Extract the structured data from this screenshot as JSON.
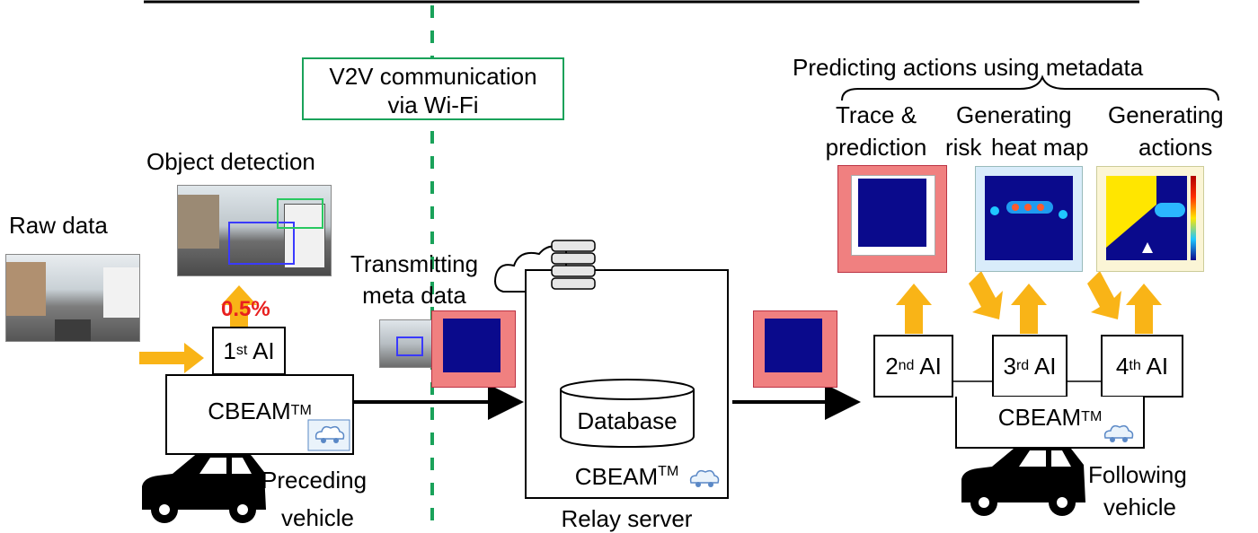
{
  "v2v": {
    "line1": "V2V communication",
    "line2": "via Wi-Fi"
  },
  "left": {
    "raw_data": "Raw data",
    "object_detection": "Object detection",
    "percent": "0.5%",
    "ai1": {
      "num": "1",
      "sup": "st",
      "suffix": " AI"
    },
    "cbeam": {
      "name": "CBEAM",
      "sup": "TM"
    },
    "vehicle_line1": "Preceding",
    "vehicle_line2": "vehicle"
  },
  "transmit": {
    "line1": "Transmitting",
    "line2": "meta data"
  },
  "relay": {
    "database": "Database",
    "cbeam": {
      "name": "CBEAM",
      "sup": "TM"
    },
    "label": "Relay server"
  },
  "right": {
    "predicting": "Predicting actions using metadata",
    "trace_line1": "Trace &",
    "trace_line2": "prediction",
    "risk": "risk",
    "gen1": "Generating",
    "heatmap": "heat map",
    "gen2": "Generating",
    "actions": "actions",
    "ai2": {
      "num": "2",
      "sup": "nd",
      "suffix": " AI"
    },
    "ai3": {
      "num": "3",
      "sup": "rd",
      "suffix": " AI"
    },
    "ai4": {
      "num": "4",
      "sup": "th",
      "suffix": " AI"
    },
    "cbeam": {
      "name": "CBEAM",
      "sup": "TM"
    },
    "vehicle_line1": "Following",
    "vehicle_line2": "vehicle"
  },
  "colors": {
    "green": "#1aa25a",
    "arrow": "#f9b417",
    "percent": "#e8201f",
    "page_pink": "#f08080",
    "plot_navy": "#0a0a8c"
  },
  "icons": [
    "car-icon",
    "cloud-icon",
    "server-icon",
    "database-icon",
    "cbeam-logo-icon"
  ]
}
